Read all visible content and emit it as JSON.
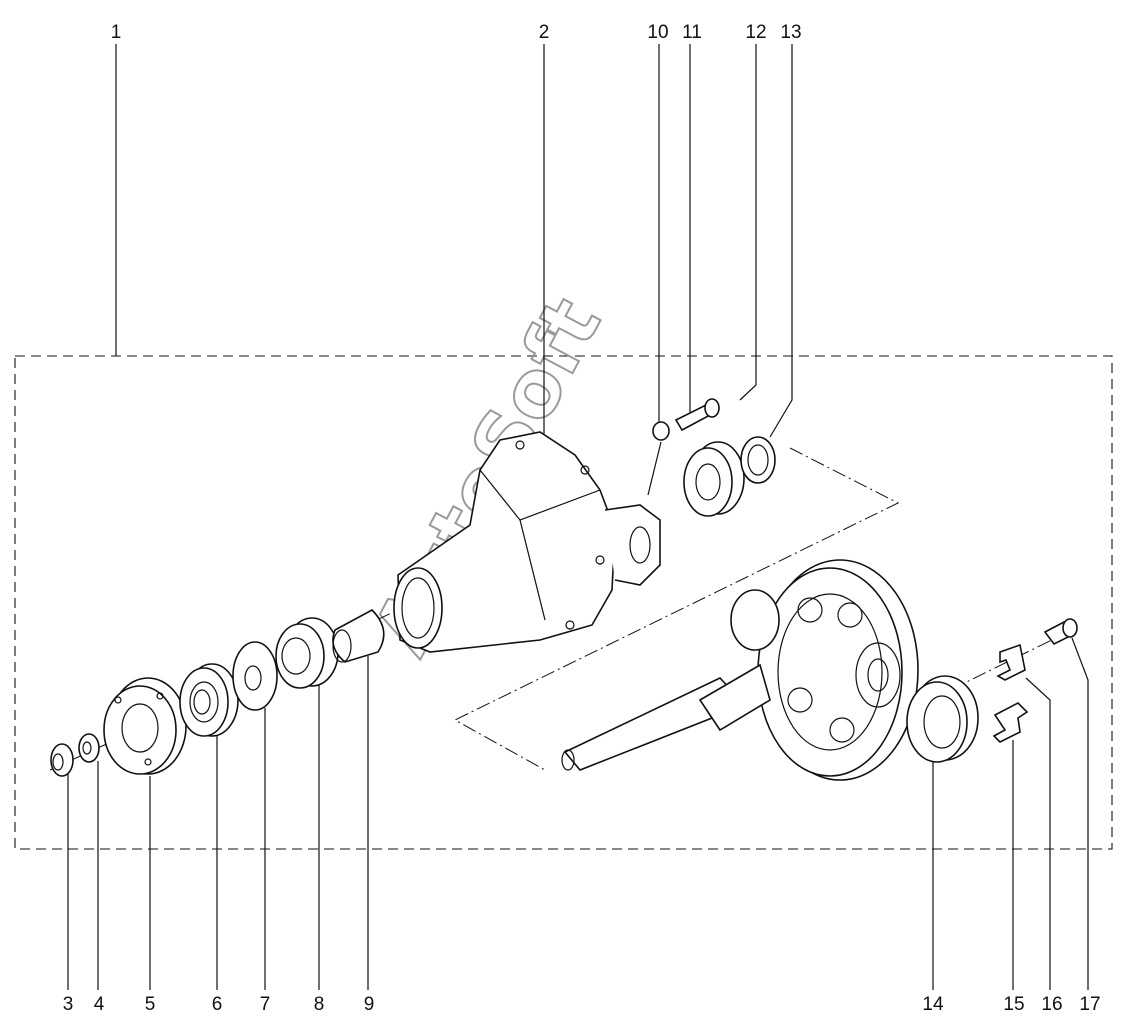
{
  "callouts": [
    "1",
    "2",
    "3",
    "4",
    "5",
    "6",
    "7",
    "8",
    "9",
    "10",
    "11",
    "12",
    "13",
    "14",
    "15",
    "16",
    "17"
  ],
  "watermark": "AutoSoft"
}
